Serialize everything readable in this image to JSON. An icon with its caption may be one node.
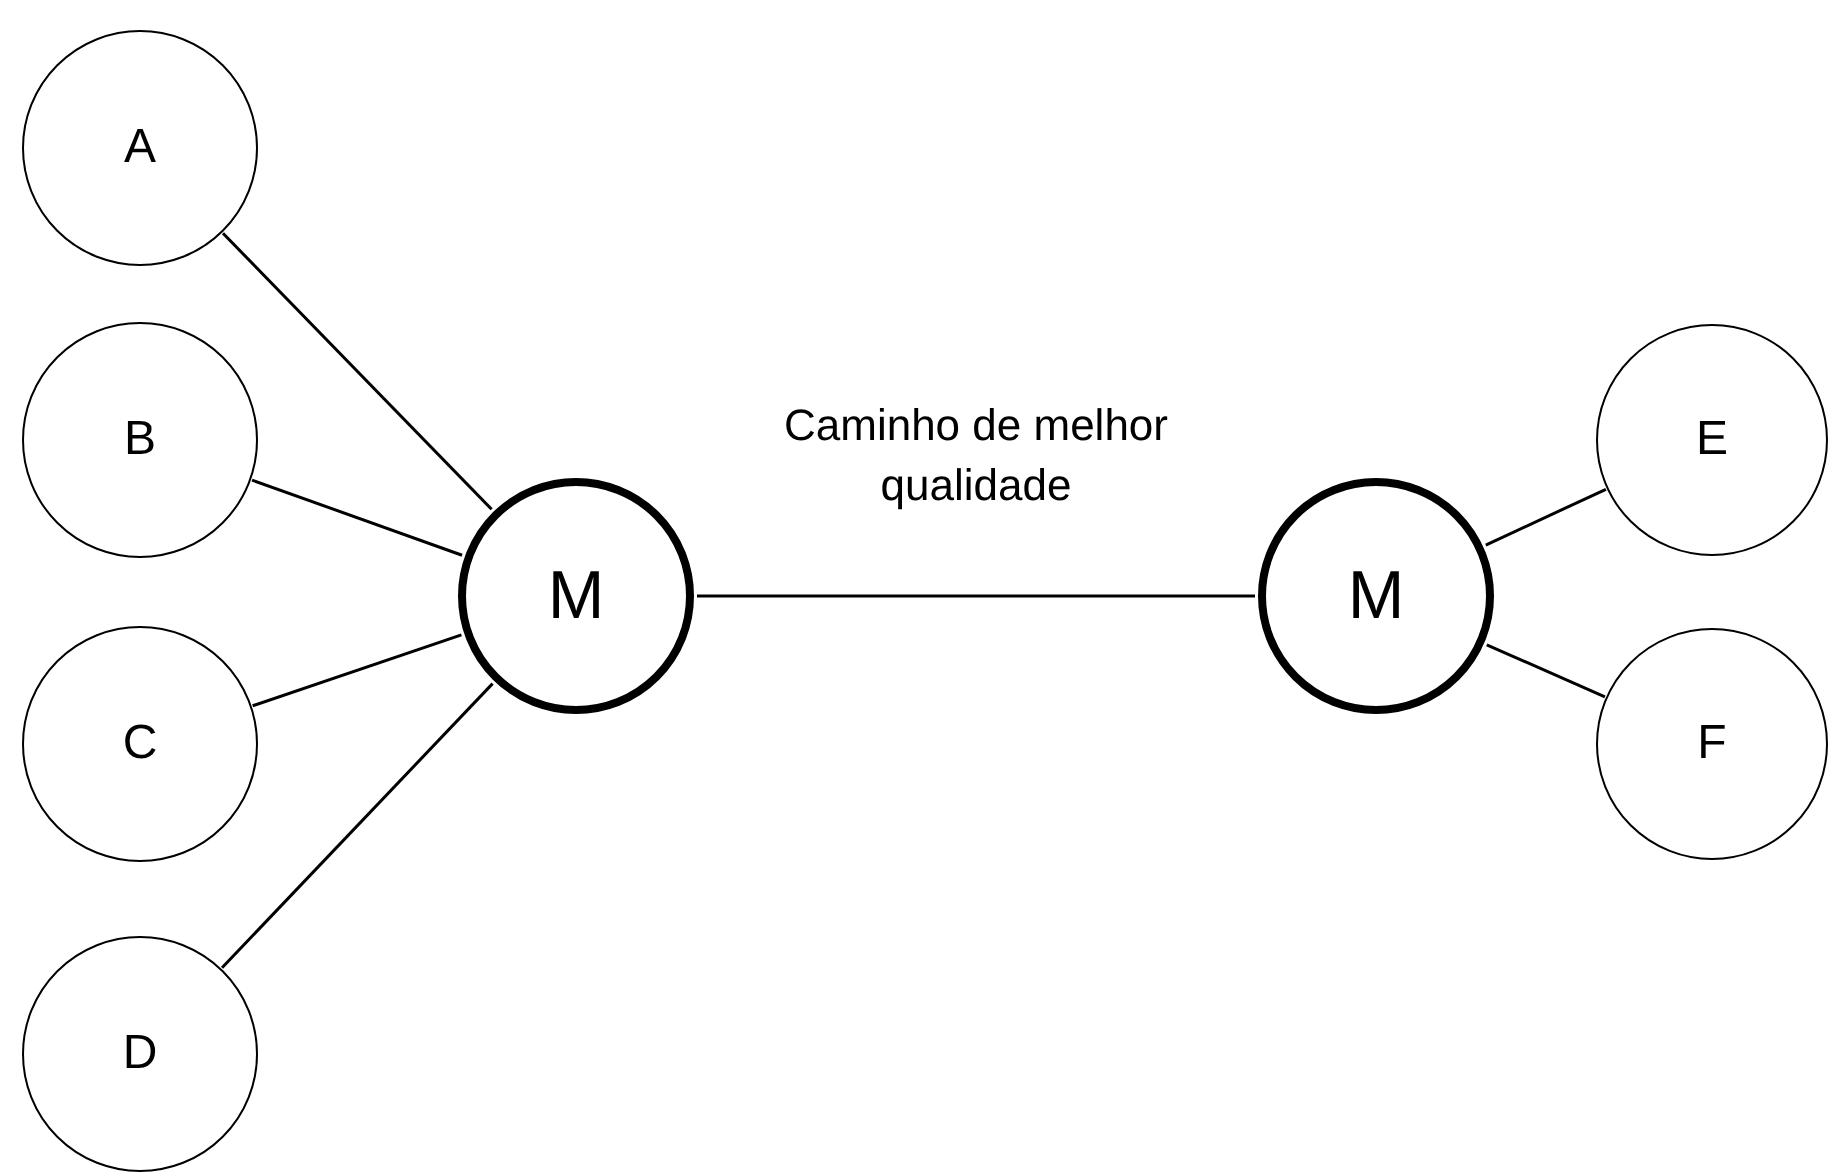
{
  "diagram": {
    "nodes": [
      {
        "text": [
          "A"
        ]
      },
      {
        "text": [
          "B"
        ]
      },
      {
        "text": [
          "C"
        ]
      },
      {
        "text": [
          "D"
        ]
      },
      {
        "text": [
          "M"
        ]
      },
      {
        "text": [
          "M"
        ]
      },
      {
        "text": [
          "E"
        ]
      },
      {
        "text": [
          "F"
        ]
      }
    ],
    "edges": [
      {
        "from": 0,
        "to": 4,
        "arrow": "none"
      },
      {
        "from": 1,
        "to": 4,
        "arrow": "none"
      },
      {
        "from": 2,
        "to": 4,
        "arrow": "none"
      },
      {
        "from": 3,
        "to": 4,
        "arrow": "none"
      },
      {
        "from": 4,
        "to": 5,
        "arrow": "none",
        "label": "Caminho de melhor qualidade"
      },
      {
        "from": 5,
        "to": 6,
        "arrow": "none"
      },
      {
        "from": 5,
        "to": 7,
        "arrow": "none"
      }
    ]
  }
}
